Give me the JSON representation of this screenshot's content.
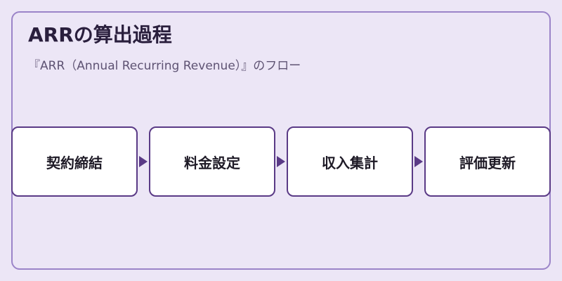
{
  "title": "ARRの算出過程",
  "subtitle": "『ARR（Annual Recurring Revenue）』のフロー",
  "steps": [
    {
      "label": "契約締結"
    },
    {
      "label": "料金設定"
    },
    {
      "label": "収入集計"
    },
    {
      "label": "評価更新"
    }
  ],
  "colors": {
    "background": "#ece6f6",
    "frame_border": "#9b84c8",
    "box_border": "#5a3a86",
    "box_fill": "#ffffff",
    "arrow": "#5a3a86"
  }
}
